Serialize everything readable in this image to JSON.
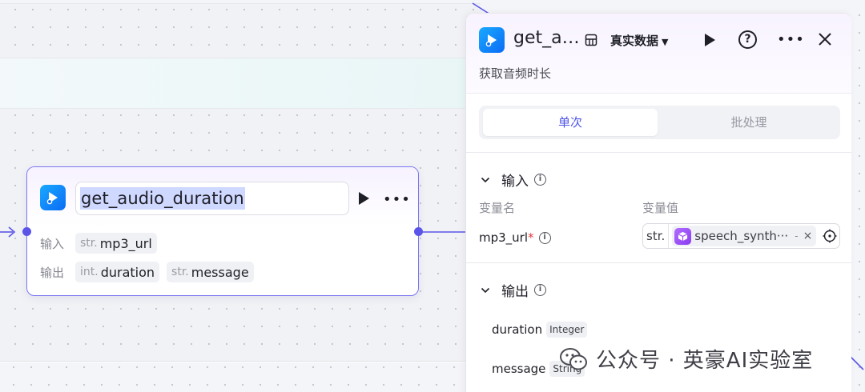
{
  "node": {
    "title": "get_audio_duration",
    "inputs_label": "输入",
    "outputs_label": "输出",
    "inputs": [
      {
        "type": "str.",
        "name": "mp3_url"
      }
    ],
    "outputs": [
      {
        "type": "int.",
        "name": "duration"
      },
      {
        "type": "str.",
        "name": "message"
      }
    ]
  },
  "panel": {
    "title": "get_a…",
    "data_source": "真实数据",
    "description": "获取音频时长",
    "tabs": [
      {
        "label": "单次",
        "active": true
      },
      {
        "label": "批处理",
        "active": false
      }
    ],
    "input_section": {
      "title": "输入",
      "col_name": "变量名",
      "col_value": "变量值",
      "variable": {
        "name": "mp3_url",
        "required_mark": "*",
        "value_type": "str.",
        "ref_text": "speech_synth···",
        "ref_dash": "-",
        "clear": "×"
      }
    },
    "output_section": {
      "title": "输出",
      "items": [
        {
          "name": "duration",
          "type": "Integer"
        },
        {
          "name": "message",
          "type": "String"
        }
      ]
    }
  },
  "watermark": {
    "text": "公众号 · 英豪AI实验室"
  },
  "colors": {
    "accent": "#4d53e8",
    "node_border": "#7a77f0",
    "port": "#5a55e8",
    "app_icon": "#0a6bf5",
    "required": "#e03a3a"
  },
  "icons": {
    "app": "play-triangle-app-icon",
    "run": "play-icon",
    "more": "more-dots-icon",
    "help": "help-circle-icon",
    "close": "close-icon",
    "grid": "grid-icon",
    "info": "info-icon",
    "chevron": "chevron-down-icon",
    "reference": "cube-icon",
    "target": "target-icon"
  }
}
